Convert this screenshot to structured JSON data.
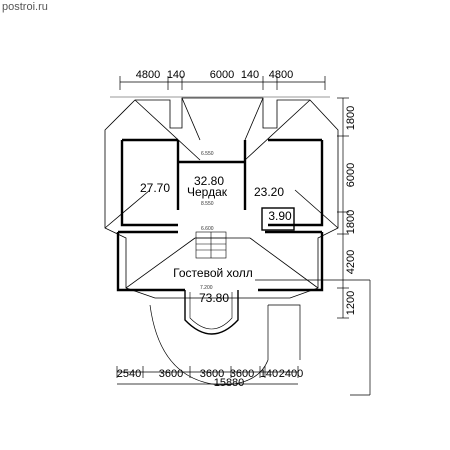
{
  "watermark": "postroi.ru",
  "dims_top": [
    "4800",
    "140",
    "6000",
    "140",
    "4800"
  ],
  "dims_bottom": [
    "2540",
    "3600",
    "3600",
    "3600",
    "140",
    "2400"
  ],
  "dims_total": "15880",
  "dims_right": [
    "1800",
    "6000",
    "1800",
    "4200",
    "1200"
  ],
  "rooms": [
    {
      "area": "32.80",
      "label": "Чердак"
    },
    {
      "area": "27.70",
      "label": ""
    },
    {
      "area": "23.20",
      "label": ""
    },
    {
      "area": "3.90",
      "label": ""
    },
    {
      "area": "73.80",
      "label": "Гостевой холл"
    }
  ],
  "level_marks": [
    "8.550",
    "6.600",
    "7.200",
    "6.550"
  ]
}
